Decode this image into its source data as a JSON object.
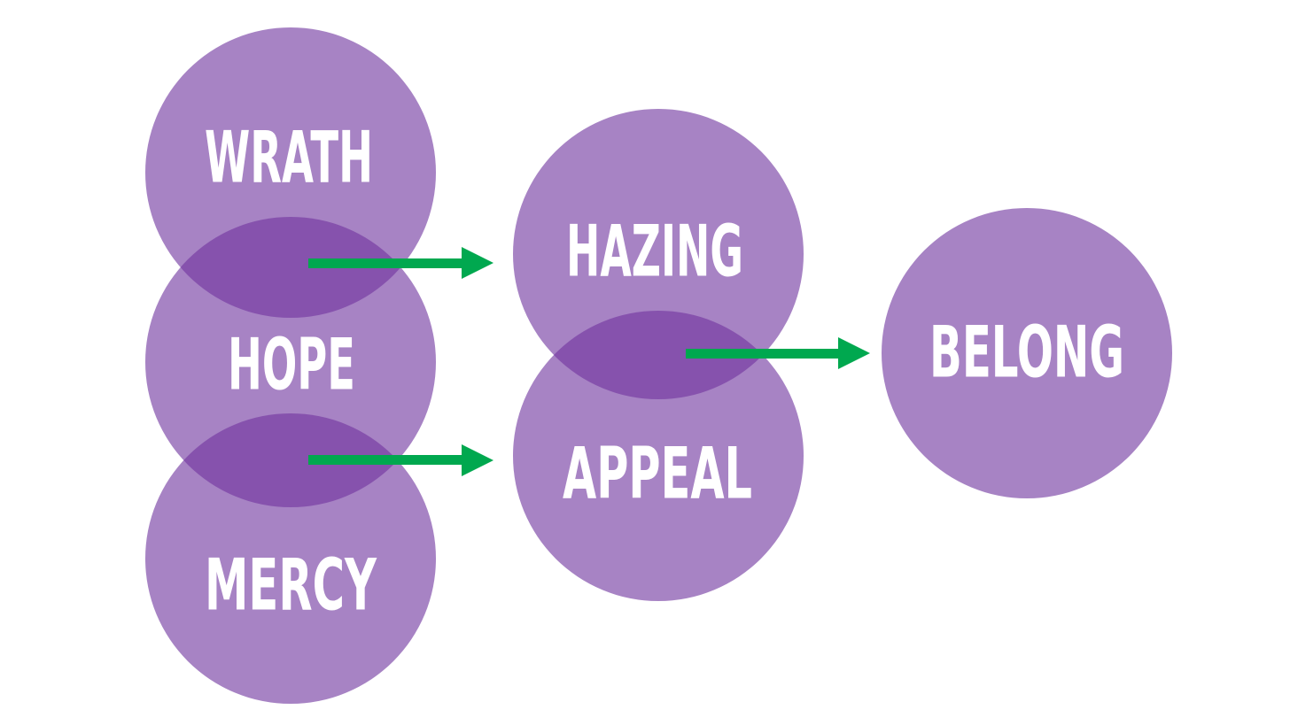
{
  "colors": {
    "circle": "#a783c4",
    "overlap": "#8652ad",
    "arrow": "#00a84f",
    "label": "#ffffff",
    "background": "#ffffff"
  },
  "nodes": {
    "wrath": "WRATH",
    "hope": "HOPE",
    "mercy": "MERCY",
    "hazing": "HAZING",
    "appeal": "APPEAL",
    "belong": "BELONG"
  }
}
